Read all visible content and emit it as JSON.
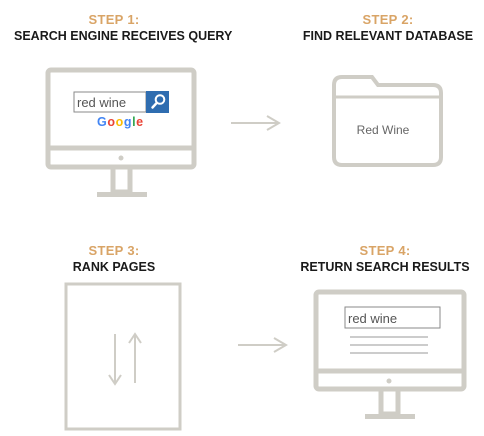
{
  "colors": {
    "accent": "#d9a466",
    "device_gray": "#cfcdc6",
    "title_text": "#1a1a1a",
    "input_border": "#8a8a8a",
    "search_button": "#2f6db0",
    "google_blue": "#4285f4",
    "google_red": "#ea4335",
    "google_yellow": "#fbbc05",
    "google_green": "#34a853"
  },
  "steps": [
    {
      "label": "STEP 1:",
      "title": "SEARCH ENGINE RECEIVES QUERY",
      "search_query": "red wine",
      "brand_letters": [
        "G",
        "o",
        "o",
        "g",
        "l",
        "e"
      ]
    },
    {
      "label": "STEP 2:",
      "title": "FIND RELEVANT DATABASE",
      "folder_label": "Red Wine"
    },
    {
      "label": "STEP 3:",
      "title": "RANK PAGES",
      "icon": "up-down-arrows-icon"
    },
    {
      "label": "STEP 4:",
      "title": "RETURN SEARCH RESULTS",
      "search_query": "red wine"
    }
  ]
}
